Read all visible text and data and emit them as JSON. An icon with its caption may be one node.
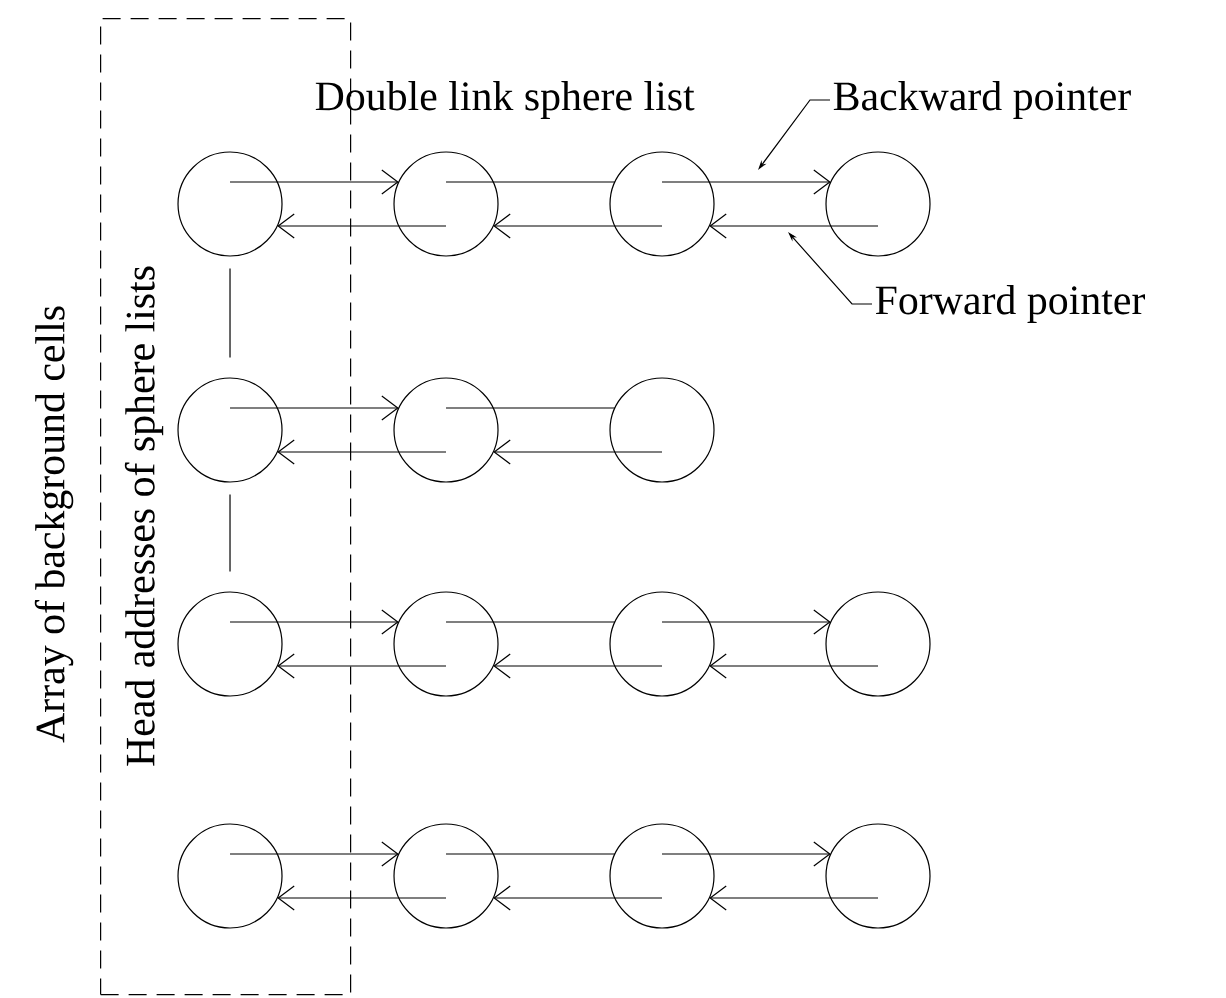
{
  "diagram": {
    "nodes": [
      {
        "text": [
          "Head addresses of sphere lists"
        ],
        "beside": [
          "Array of background cells"
        ]
      },
      {
        "text": [],
        "shape": "circle",
        "in": 0
      },
      {
        "text": [],
        "shape": "circle"
      },
      {
        "text": [],
        "shape": "circle"
      },
      {
        "text": [],
        "shape": "circle"
      },
      {
        "text": [],
        "shape": "circle",
        "in": 0
      },
      {
        "text": [],
        "shape": "circle"
      },
      {
        "text": [],
        "shape": "circle"
      },
      {
        "text": [],
        "shape": "circle",
        "in": 0
      },
      {
        "text": [],
        "shape": "circle"
      },
      {
        "text": [],
        "shape": "circle"
      },
      {
        "text": [],
        "shape": "circle"
      },
      {
        "text": [],
        "shape": "circle",
        "in": 0
      },
      {
        "text": [],
        "shape": "circle"
      },
      {
        "text": [],
        "shape": "circle"
      },
      {
        "text": [],
        "shape": "circle"
      },
      {
        "text": [
          "Backward pointer"
        ]
      },
      {
        "text": [
          "Forward pointer"
        ]
      }
    ],
    "edges": [
      {
        "from": 1,
        "to": 2,
        "arrow": "to"
      },
      {
        "from": 2,
        "to": 1,
        "arrow": "to"
      },
      {
        "from": 2,
        "to": 3,
        "arrow": "none"
      },
      {
        "from": 3,
        "to": 2,
        "arrow": "to"
      },
      {
        "from": 3,
        "to": 4,
        "arrow": "to"
      },
      {
        "from": 4,
        "to": 3,
        "arrow": "to"
      },
      {
        "from": 5,
        "to": 6,
        "arrow": "to"
      },
      {
        "from": 6,
        "to": 5,
        "arrow": "to"
      },
      {
        "from": 6,
        "to": 7,
        "arrow": "none"
      },
      {
        "from": 7,
        "to": 6,
        "arrow": "to"
      },
      {
        "from": 8,
        "to": 9,
        "arrow": "to"
      },
      {
        "from": 9,
        "to": 8,
        "arrow": "to"
      },
      {
        "from": 9,
        "to": 10,
        "arrow": "none"
      },
      {
        "from": 10,
        "to": 9,
        "arrow": "to"
      },
      {
        "from": 10,
        "to": 11,
        "arrow": "to"
      },
      {
        "from": 11,
        "to": 10,
        "arrow": "to"
      },
      {
        "from": 12,
        "to": 13,
        "arrow": "to"
      },
      {
        "from": 13,
        "to": 12,
        "arrow": "to"
      },
      {
        "from": 13,
        "to": 14,
        "arrow": "none"
      },
      {
        "from": 14,
        "to": 13,
        "arrow": "to"
      },
      {
        "from": 14,
        "to": 15,
        "arrow": "to"
      },
      {
        "from": 15,
        "to": 14,
        "arrow": "to"
      },
      {
        "from": 1,
        "to": 5,
        "arrow": "none"
      },
      {
        "from": 5,
        "to": 8,
        "arrow": "none"
      },
      {
        "from": 16,
        "to": null,
        "arrow": "to"
      },
      {
        "from": 17,
        "to": null,
        "arrow": "to"
      }
    ],
    "labels": [
      "Double link sphere list"
    ]
  }
}
